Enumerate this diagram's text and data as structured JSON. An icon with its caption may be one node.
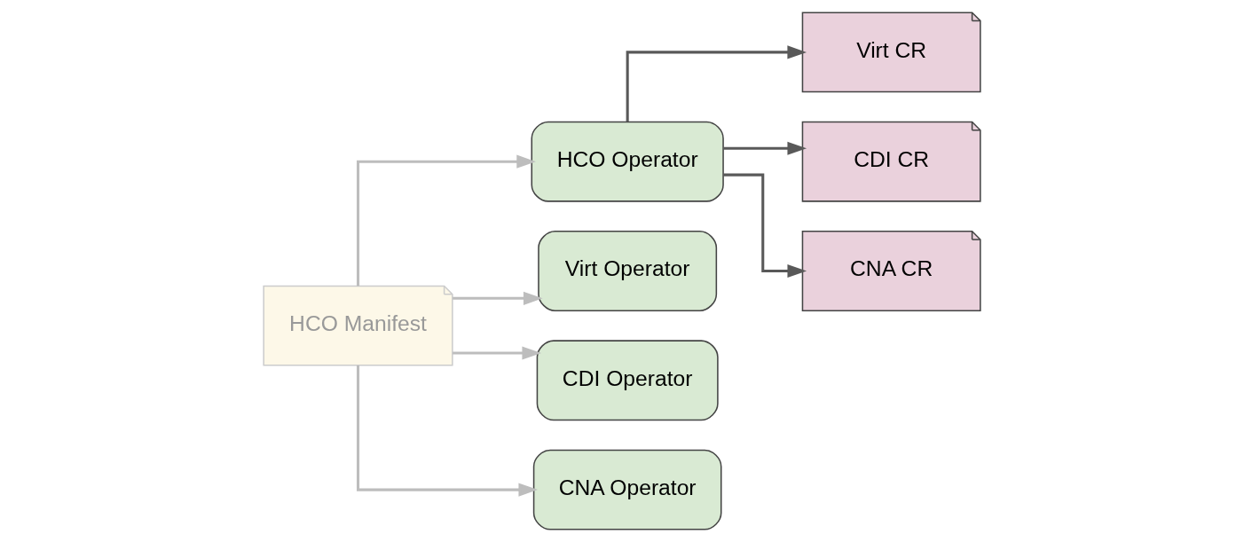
{
  "diagram": {
    "nodes": [
      {
        "text": [
          "HCO Manifest"
        ]
      },
      {
        "text": [
          "HCO Operator"
        ]
      },
      {
        "text": [
          "Virt CR"
        ]
      },
      {
        "text": [
          "CDI CR"
        ]
      },
      {
        "text": [
          "CNA CR"
        ]
      },
      {
        "text": [
          "Virt Operator"
        ]
      },
      {
        "text": [
          "CDI Operator"
        ]
      },
      {
        "text": [
          "CNA Operator"
        ]
      }
    ],
    "edges": [
      {
        "from": 0,
        "to": 1,
        "arrow": "to"
      },
      {
        "from": 0,
        "to": 5,
        "arrow": "to"
      },
      {
        "from": 0,
        "to": 6,
        "arrow": "to"
      },
      {
        "from": 0,
        "to": 7,
        "arrow": "to"
      },
      {
        "from": 1,
        "to": 2,
        "arrow": "to",
        "color": "#595959"
      },
      {
        "from": 1,
        "to": 3,
        "arrow": "to",
        "color": "#595959"
      },
      {
        "from": 1,
        "to": 4,
        "arrow": "to",
        "color": "#595959"
      }
    ]
  }
}
